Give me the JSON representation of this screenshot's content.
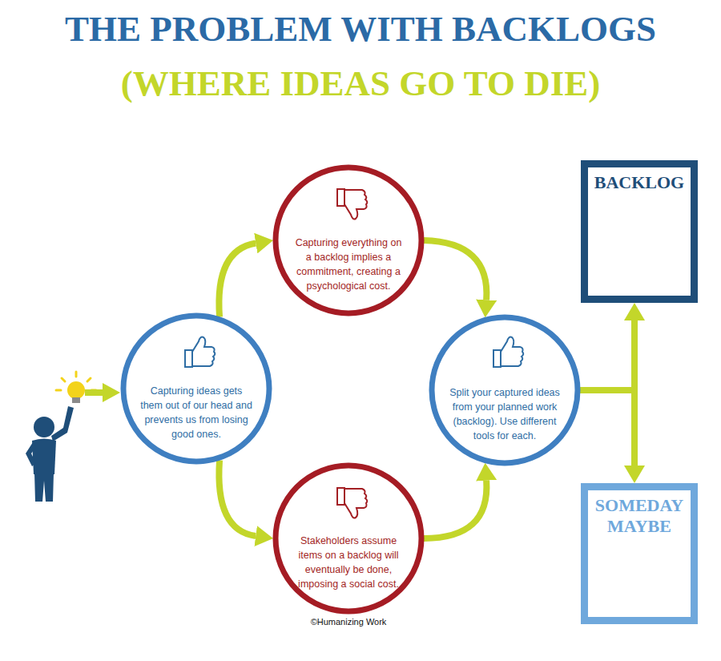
{
  "diagram": {
    "title": "THE PROBLEM WITH BACKLOGS",
    "nodes": [
      {
        "text": [
          "Capturing ideas gets them out of our head and prevents us from losing good ones."
        ]
      },
      {
        "text": [
          "Capturing everything on a backlog implies a commitment, creating a psychological cost."
        ]
      },
      {
        "text": [
          "Stakeholders assume items on a backlog will eventually be done, imposing a social cost."
        ]
      },
      {
        "text": [
          "Split your captured ideas from your planned work (backlog). Use different tools for each."
        ]
      },
      {
        "text": [
          "BACKLOG"
        ]
      },
      {
        "text": [
          "SOMEDAY MAYBE"
        ]
      }
    ],
    "edges": [
      {
        "from": 0,
        "to": 1,
        "arrow": "to"
      },
      {
        "from": 0,
        "to": 2,
        "arrow": "to"
      },
      {
        "from": 1,
        "to": 3,
        "arrow": "to"
      },
      {
        "from": 2,
        "to": 3,
        "arrow": "to"
      },
      {
        "from": 3,
        "to": 4,
        "arrow": "to"
      },
      {
        "from": 3,
        "to": 5,
        "arrow": "to"
      }
    ],
    "labels": [
      "(WHERE IDEAS GO TO DIE)",
      "©Humanizing Work"
    ]
  }
}
